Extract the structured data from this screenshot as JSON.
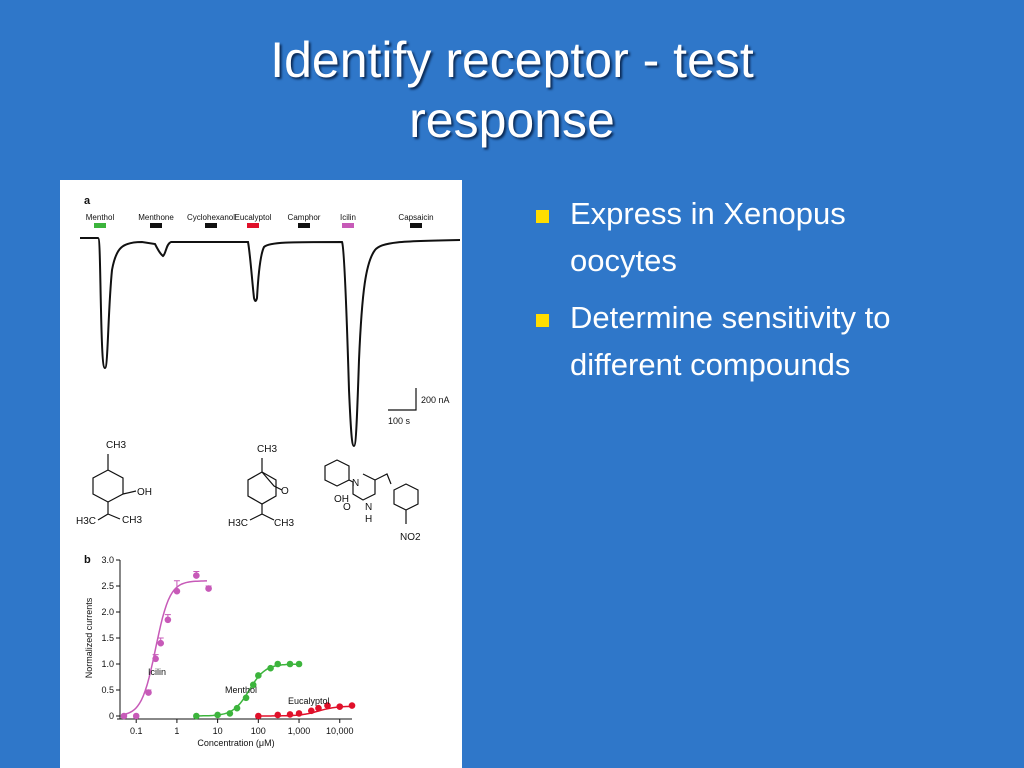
{
  "slide": {
    "title_line1": "Identify receptor - test",
    "title_line2": "response",
    "bullets": [
      "Express in Xenopus oocytes",
      "Determine sensitivity to different compounds"
    ]
  },
  "figure": {
    "panel_a_label": "a",
    "panel_b_label": "b",
    "stimuli": [
      {
        "name": "Menthol",
        "color": "#3cb43c"
      },
      {
        "name": "Menthone",
        "color": "#111111"
      },
      {
        "name": "Cyclohexanol",
        "color": "#111111"
      },
      {
        "name": "Eucalyptol",
        "color": "#e0102a"
      },
      {
        "name": "Camphor",
        "color": "#111111"
      },
      {
        "name": "Icilin",
        "color": "#c75ab8"
      },
      {
        "name": "Capsaicin",
        "color": "#111111"
      }
    ],
    "scale_bar": {
      "current": "200 nA",
      "time": "100 s"
    },
    "structure_labels": {
      "menthol": [
        "CH3",
        "OH",
        "H3C",
        "CH3"
      ],
      "eucalyptol": [
        "CH3",
        "O",
        "H3C",
        "CH3"
      ],
      "icilin": [
        "N",
        "OH",
        "O",
        "N",
        "H",
        "NO2"
      ]
    }
  },
  "chart_data": {
    "type": "scatter",
    "ylabel": "Normalized currents",
    "xlabel": "Concentration (μM)",
    "xscale": "log",
    "xlim": [
      0.04,
      20000
    ],
    "ylim": [
      0,
      3.0
    ],
    "x_ticks": [
      "0.1",
      "1",
      "10",
      "100",
      "1,000",
      "10,000"
    ],
    "y_ticks": [
      "0",
      "0.5",
      "1.0",
      "1.5",
      "2.0",
      "2.5",
      "3.0"
    ],
    "series": [
      {
        "name": "Icilin",
        "color": "#c75ab8",
        "x": [
          0.05,
          0.1,
          0.2,
          0.3,
          0.4,
          0.6,
          1,
          3,
          6
        ],
        "y": [
          0.0,
          0.0,
          0.45,
          1.1,
          1.4,
          1.85,
          2.4,
          2.7,
          2.45
        ],
        "err": [
          0,
          0,
          0.05,
          0.08,
          0.1,
          0.1,
          0.2,
          0.08,
          0.05
        ]
      },
      {
        "name": "Menthol",
        "color": "#3cb43c",
        "x": [
          3,
          10,
          20,
          30,
          50,
          75,
          100,
          200,
          300,
          600,
          1000
        ],
        "y": [
          0.0,
          0.02,
          0.05,
          0.15,
          0.35,
          0.6,
          0.78,
          0.92,
          1.0,
          1.0,
          1.0
        ],
        "err": [
          0,
          0,
          0,
          0,
          0,
          0,
          0,
          0,
          0,
          0,
          0
        ]
      },
      {
        "name": "Eucalyptol",
        "color": "#e0102a",
        "x": [
          100,
          300,
          600,
          1000,
          2000,
          3000,
          5000,
          10000,
          20000
        ],
        "y": [
          0.0,
          0.02,
          0.03,
          0.05,
          0.1,
          0.15,
          0.2,
          0.18,
          0.2
        ],
        "err": [
          0,
          0,
          0,
          0,
          0,
          0,
          0,
          0,
          0
        ]
      }
    ],
    "curves": [
      {
        "name": "Icilin",
        "color": "#c75ab8",
        "ec50": 0.3,
        "top": 2.6,
        "hill": 2.5
      },
      {
        "name": "Menthol",
        "color": "#3cb43c",
        "ec50": 60,
        "top": 1.0,
        "hill": 2.2
      },
      {
        "name": "Eucalyptol",
        "color": "#e0102a",
        "ec50": 3000,
        "top": 0.19,
        "hill": 2.0
      }
    ],
    "series_labels": [
      "Icilin",
      "Menthol",
      "Eucalyptol"
    ]
  }
}
